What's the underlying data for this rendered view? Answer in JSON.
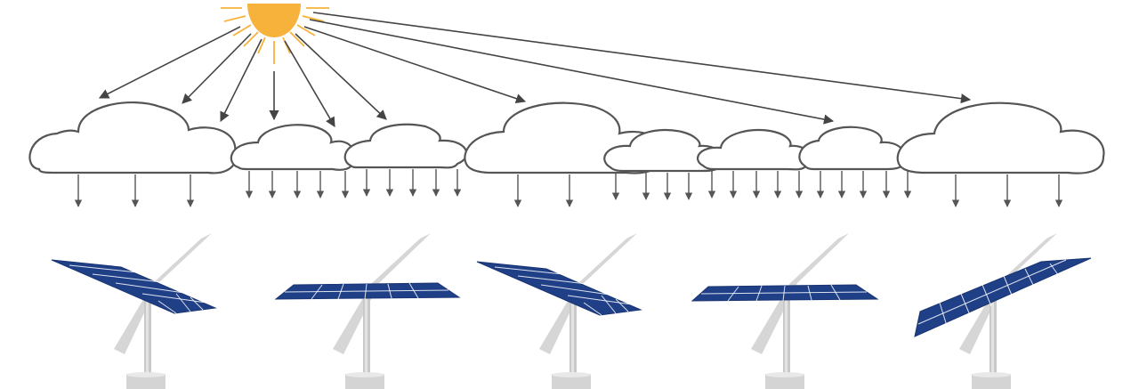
{
  "colors": {
    "sun": "#f7b23b",
    "sun_rays": "#f7b23b",
    "cloud_outline": "#555555",
    "arrows": "#444444",
    "panel": "#1f3f87",
    "panel_grid": "#ffffff",
    "shadow": "#cfcfcf",
    "pole": "#c9c9c9"
  },
  "scene": {
    "sun": "sun-icon",
    "cloud_count": 10,
    "tracker_count": 5,
    "tracker_orientations": [
      "tilted-left",
      "flat",
      "tilted-left",
      "flat",
      "tilted-right"
    ]
  }
}
